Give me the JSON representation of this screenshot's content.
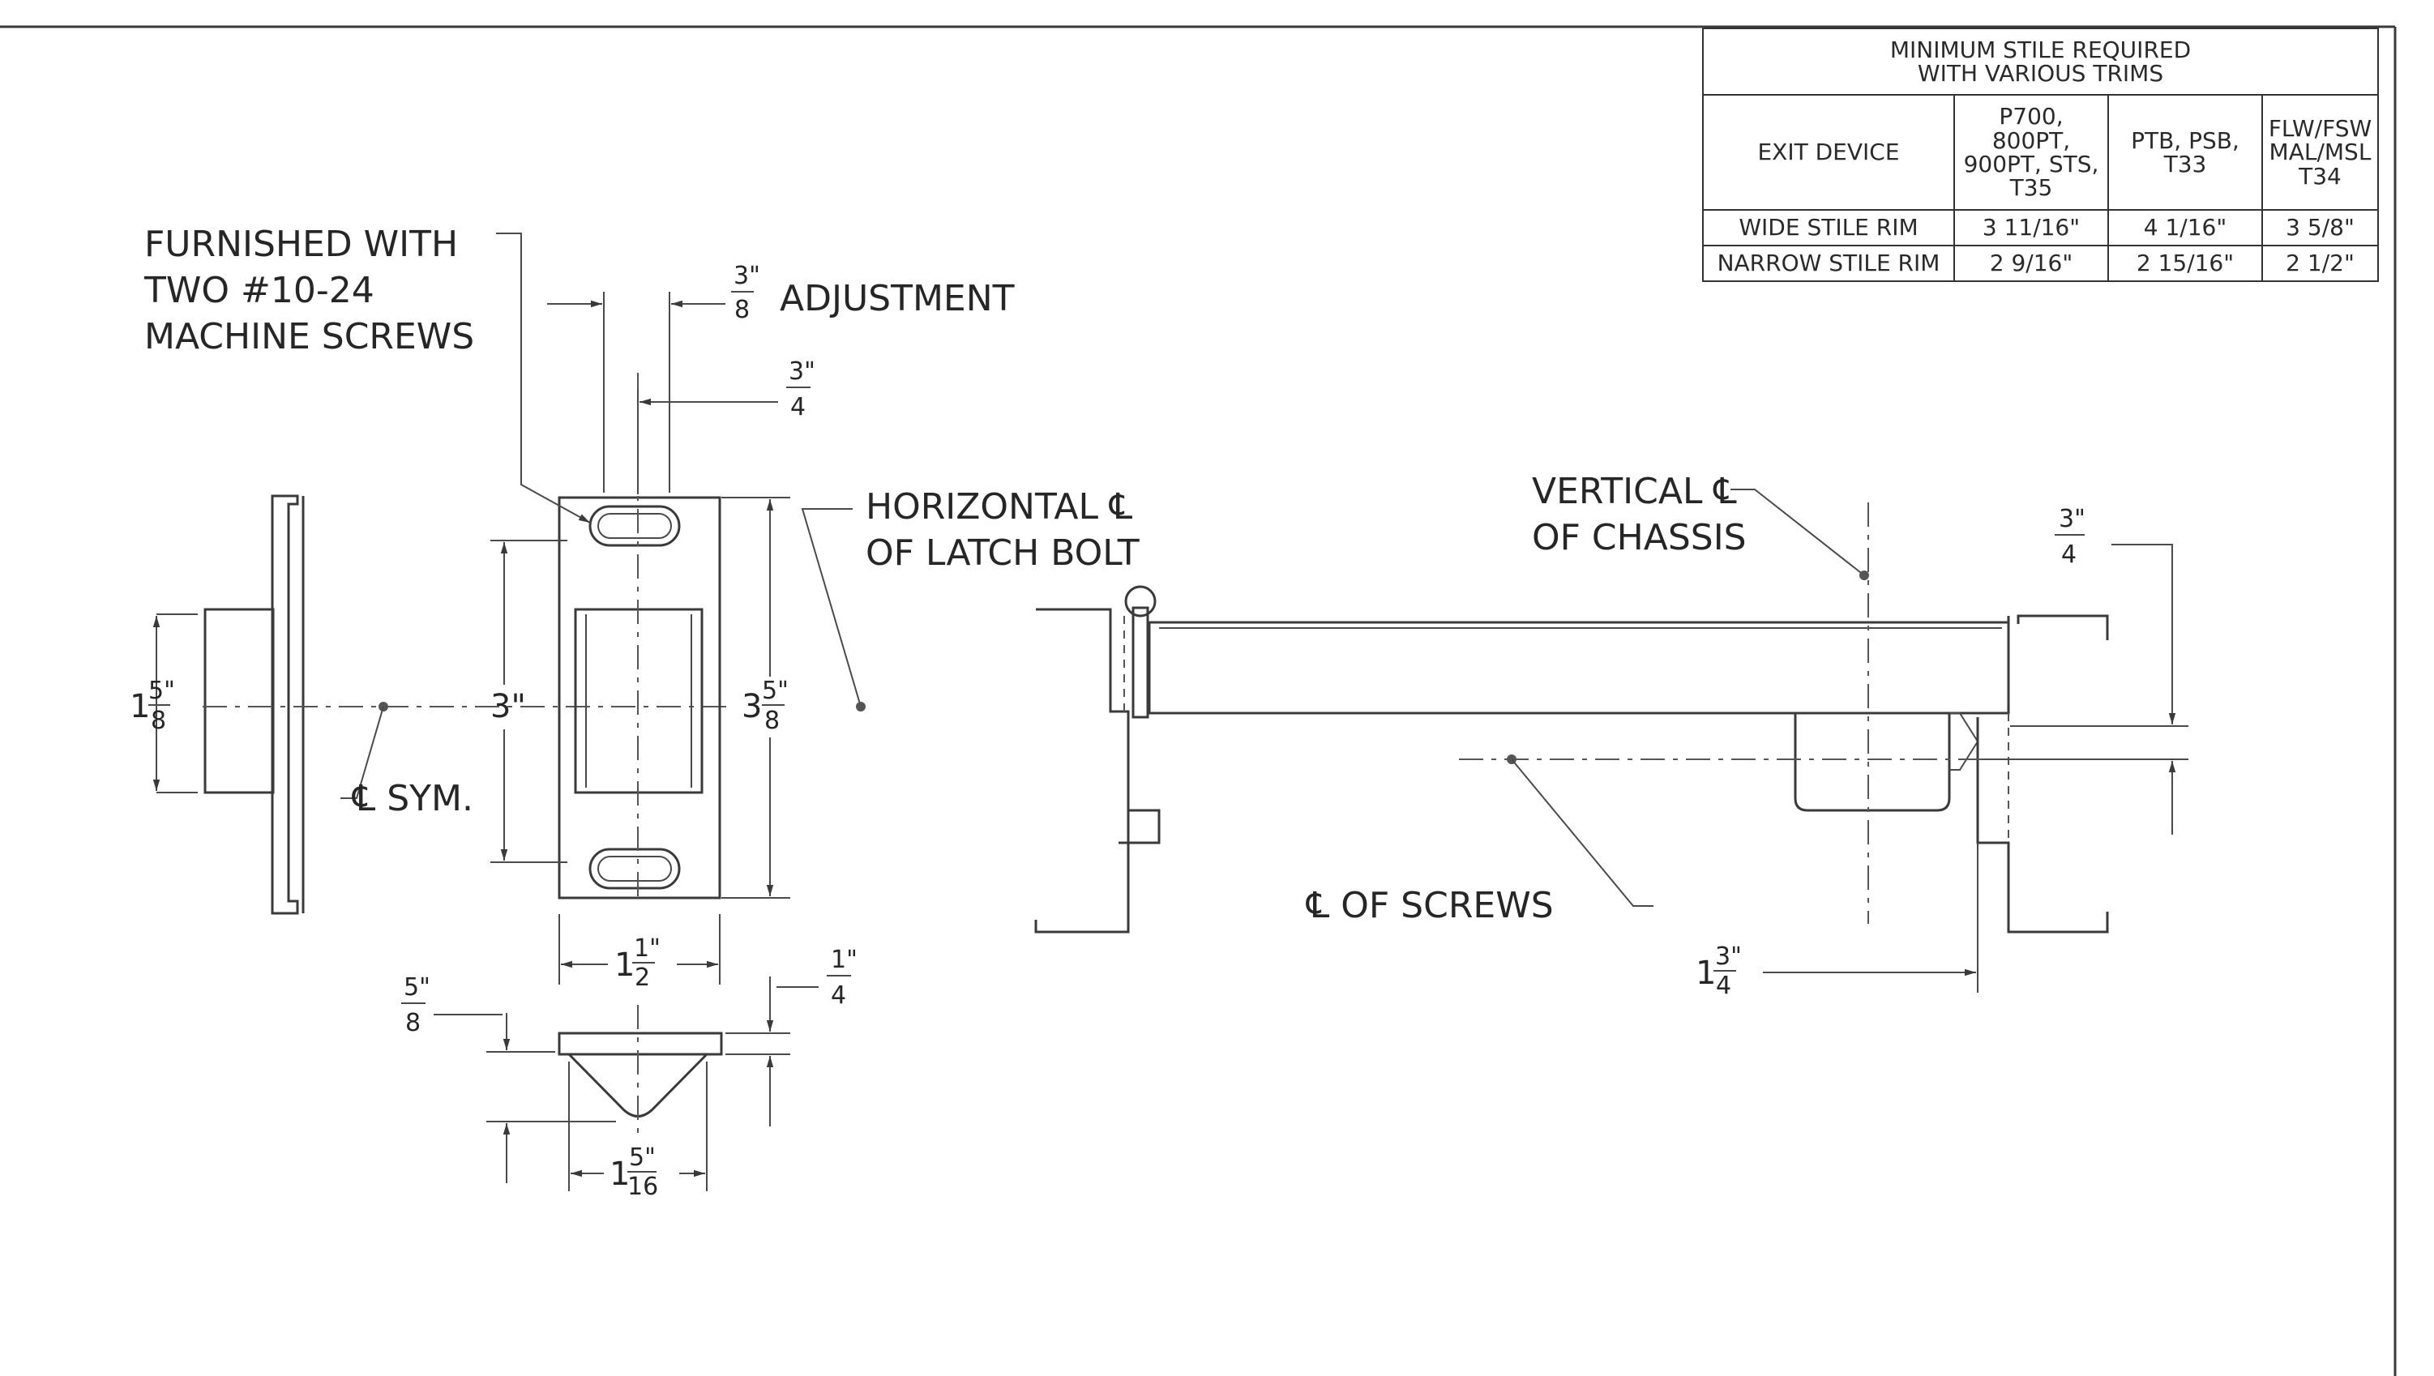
{
  "table": {
    "title_line1": "MINIMUM STILE REQUIRED",
    "title_line2": "WITH VARIOUS TRIMS",
    "columns": [
      {
        "label": "EXIT DEVICE"
      },
      {
        "line1": "P700,",
        "line2": "800PT,",
        "line3": "900PT, STS,",
        "line4": "T35"
      },
      {
        "line1": "PTB, PSB,",
        "line2": "T33"
      },
      {
        "line1": "FLW/FSW",
        "line2": "MAL/MSL",
        "line3": "T34"
      }
    ],
    "rows": [
      {
        "label": "WIDE STILE RIM",
        "values": [
          "3 11/16\"",
          "4 1/16\"",
          "3 5/8\""
        ]
      },
      {
        "label": "NARROW STILE RIM",
        "values": [
          "2 9/16\"",
          "2 15/16\"",
          "2 1/2\""
        ]
      }
    ]
  },
  "labels": {
    "furnished_line1": "FURNISHED WITH",
    "furnished_line2": "TWO #10-24",
    "furnished_line3": "MACHINE SCREWS",
    "adjustment": "ADJUSTMENT",
    "horizontal_line1": "HORIZONTAL ℄",
    "horizontal_line2": "OF LATCH BOLT",
    "sym": "℄ SYM.",
    "vertical_line1": "VERTICAL ℄",
    "vertical_line2": "OF CHASSIS",
    "screws": "℄  OF SCREWS"
  },
  "dimensions": {
    "adjust_num": "3\"",
    "adjust_den": "8",
    "offset_num": "3\"",
    "offset_den": "4",
    "left_whole": "1",
    "left_num": "5\"",
    "left_den": "8",
    "height_inner": "3\"",
    "height_outer_whole": "3",
    "height_outer_num": "5\"",
    "height_outer_den": "8",
    "width_whole": "1",
    "width_num": "1\"",
    "width_den": "2",
    "thick_num": "1\"",
    "thick_den": "4",
    "lip_num": "5\"",
    "lip_den": "8",
    "base_whole": "1",
    "base_num": "5\"",
    "base_den": "16",
    "right_num": "3\"",
    "right_den": "4",
    "projection_whole": "1",
    "projection_num": "3\"",
    "projection_den": "4"
  }
}
